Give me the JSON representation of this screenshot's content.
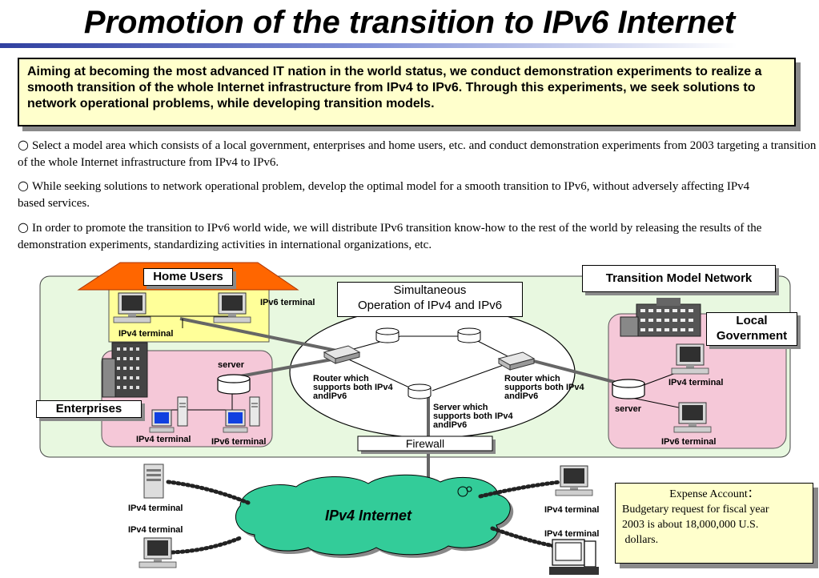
{
  "slide": {
    "title": "Promotion of the transition to IPv6 Internet",
    "intro": "Aiming at becoming the most advanced IT nation in the world status, we conduct demonstration experiments to realize a smooth transition of the whole Internet infrastructure from IPv4 to IPv6.  Through this experiments, we seek solutions to network operational problems, while developing transition models.",
    "bullets": [
      "Select a model area which consists of a local government, enterprises and home users, etc. and conduct demonstration experiments      from 2003 targeting a transition of the whole Internet infrastructure from IPv4 to IPv6.",
      "While seeking solutions to network operational problem, develop the optimal model for a smooth transition to IPv6, without adversely affecting IPv4 based services.",
      "In order to promote the transition to IPv6 world wide, we will distribute IPv6 transition know-how to the rest of the world by releasing the results of the demonstration experiments, standardizing activities in international organizations, etc."
    ],
    "bullet_mark": "○"
  },
  "diagram": {
    "home_users": "Home Users",
    "transition_model_network": "Transition Model Network",
    "simultaneous_line1": "Simultaneous",
    "simultaneous_line2": "Operation of IPv4 and IPv6",
    "local_government_line1": "Local",
    "local_government_line2": "Government",
    "enterprises": "Enterprises",
    "firewall": "Firewall",
    "ipv4_internet": "IPv4 Internet",
    "ipv4_terminal": "IPv4 terminal",
    "ipv6_terminal": "IPv6 terminal",
    "server": "server",
    "router_left": [
      "Router which",
      "supports both IPv4",
      "andIPv6"
    ],
    "router_right": [
      "Router which",
      "supports both IPv4",
      "andIPv6"
    ],
    "server_center": [
      "Server which",
      "supports both IPv4",
      "andIPv6"
    ]
  },
  "expense": {
    "line1": "Expense Account：",
    "line2": "Budgetary request for fiscal year",
    "line3": "2003 is about   18,000,000 U.S.",
    "line4": " dollars."
  },
  "colors": {
    "network_bg": "#e8f8e0",
    "home_fill": "#ffff99",
    "roof": "#ff6600",
    "enterprise_fill": "#f5c8d8",
    "cloud": "#33cc99",
    "note_fill": "#ffffcc"
  }
}
